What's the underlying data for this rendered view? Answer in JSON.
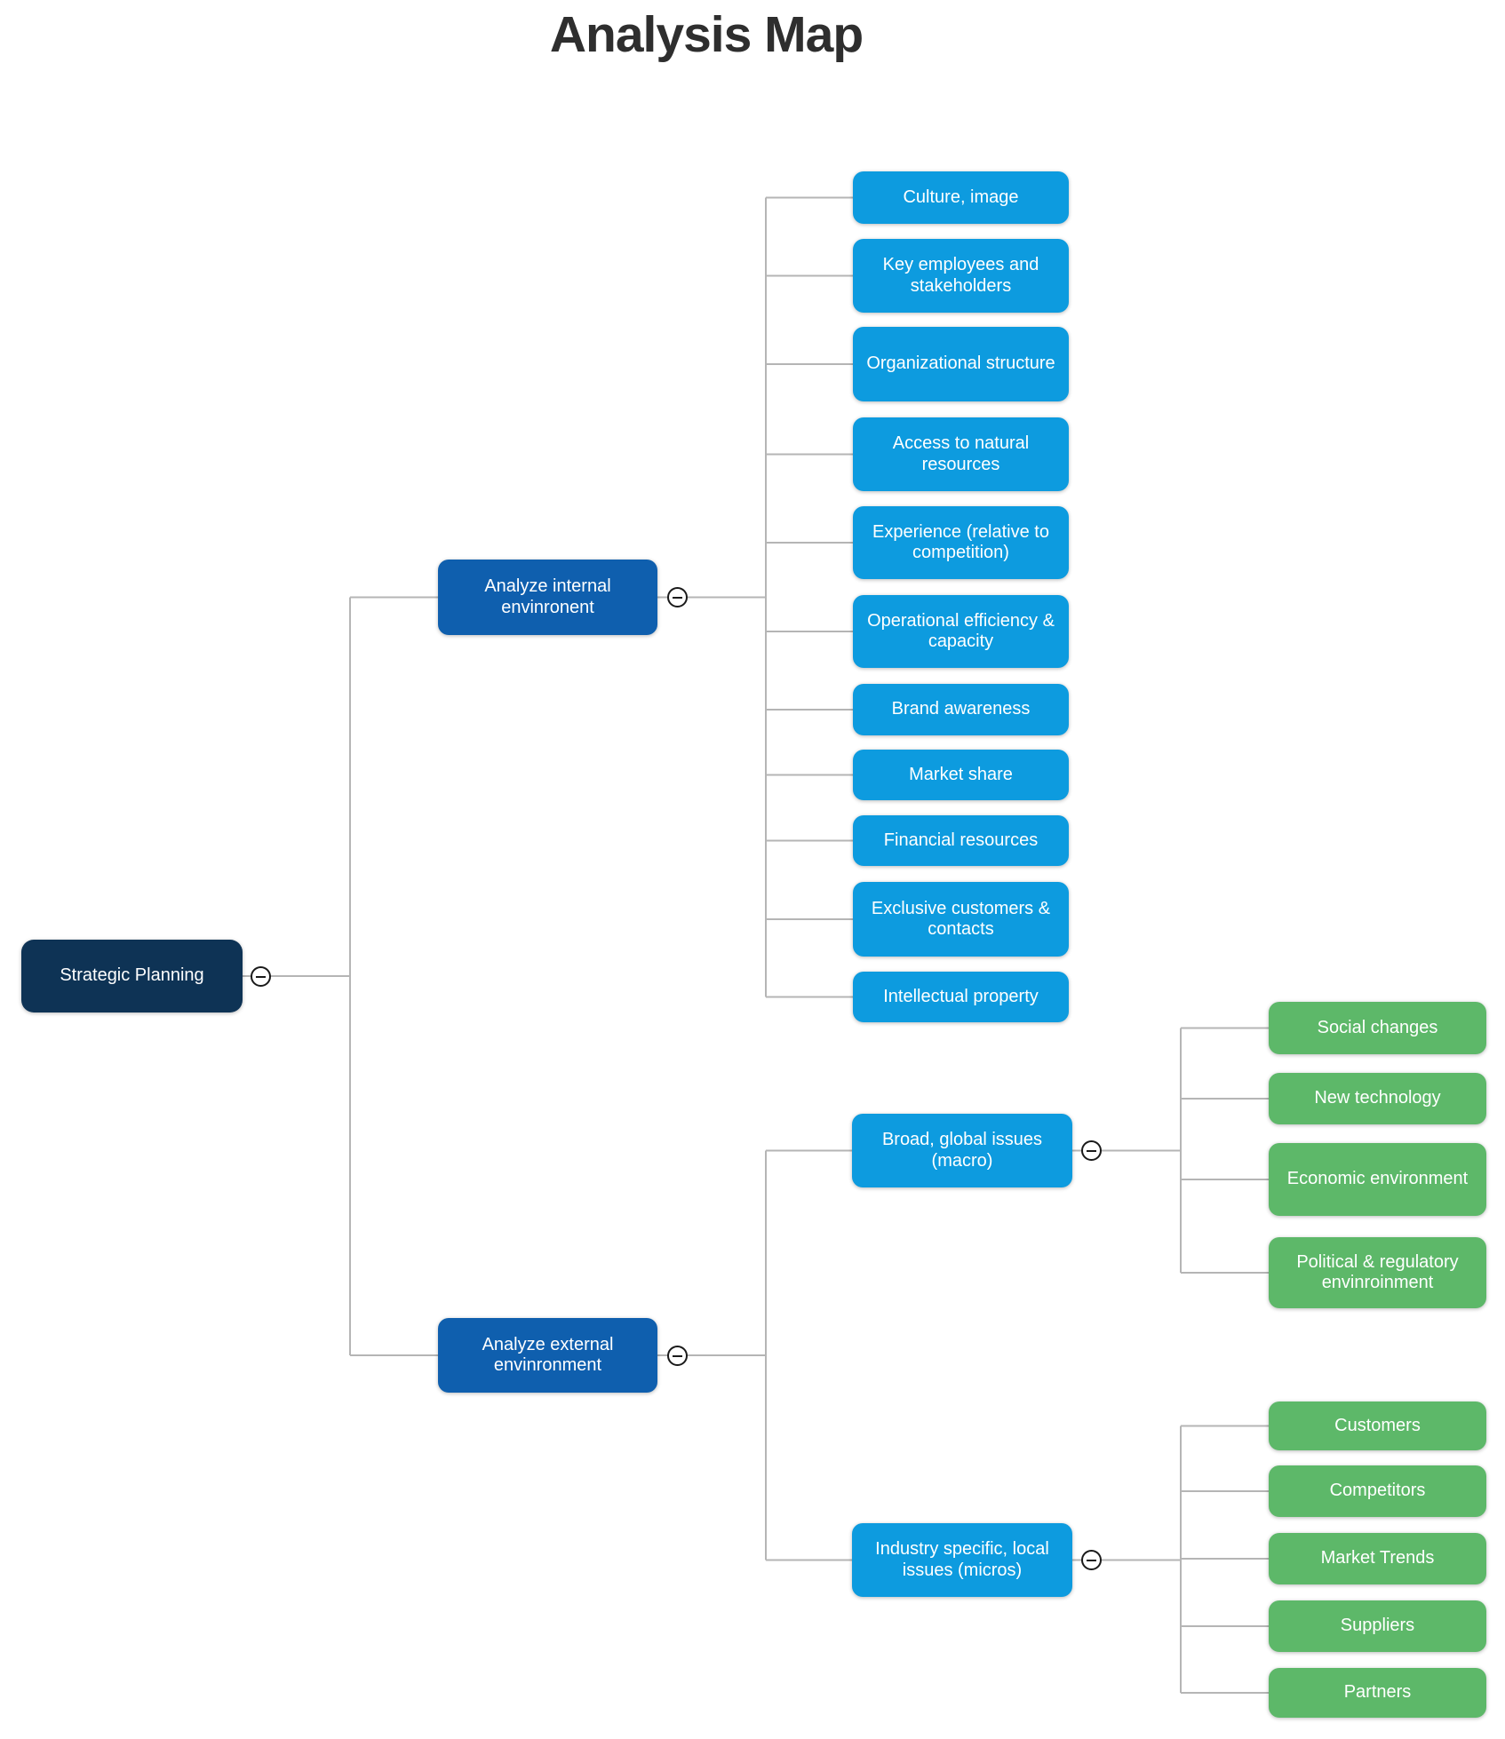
{
  "title": "Analysis Map",
  "colors": {
    "root_node": "#0e3355",
    "branch_node": "#0f5fae",
    "leaf_node": "#0d9bdf",
    "green_node": "#5db869",
    "connector_line": "#b5b5b5",
    "collapse_icon": "#1a1a1a",
    "title_text": "#2e2e2e",
    "node_text": "#ffffff"
  },
  "root": {
    "label": "Strategic Planning"
  },
  "branches": [
    {
      "label": "Analyze internal envinronent",
      "children": [
        "Culture, image",
        "Key employees and stakeholders",
        "Organizational structure",
        "Access to natural resources",
        "Experience (relative to competition)",
        "Operational efficiency & capacity",
        "Brand awareness",
        "Market share",
        "Financial resources",
        "Exclusive customers & contacts",
        "Intellectual property"
      ]
    },
    {
      "label": "Analyze external envinronment",
      "children": [
        {
          "label": "Broad, global issues (macro)",
          "children": [
            "Social changes",
            "New technology",
            "Economic environment",
            "Political & regulatory envinroinment"
          ]
        },
        {
          "label": "Industry specific, local issues (micros)",
          "children": [
            "Customers",
            "Competitors",
            "Market Trends",
            "Suppliers",
            "Partners"
          ]
        }
      ]
    }
  ]
}
